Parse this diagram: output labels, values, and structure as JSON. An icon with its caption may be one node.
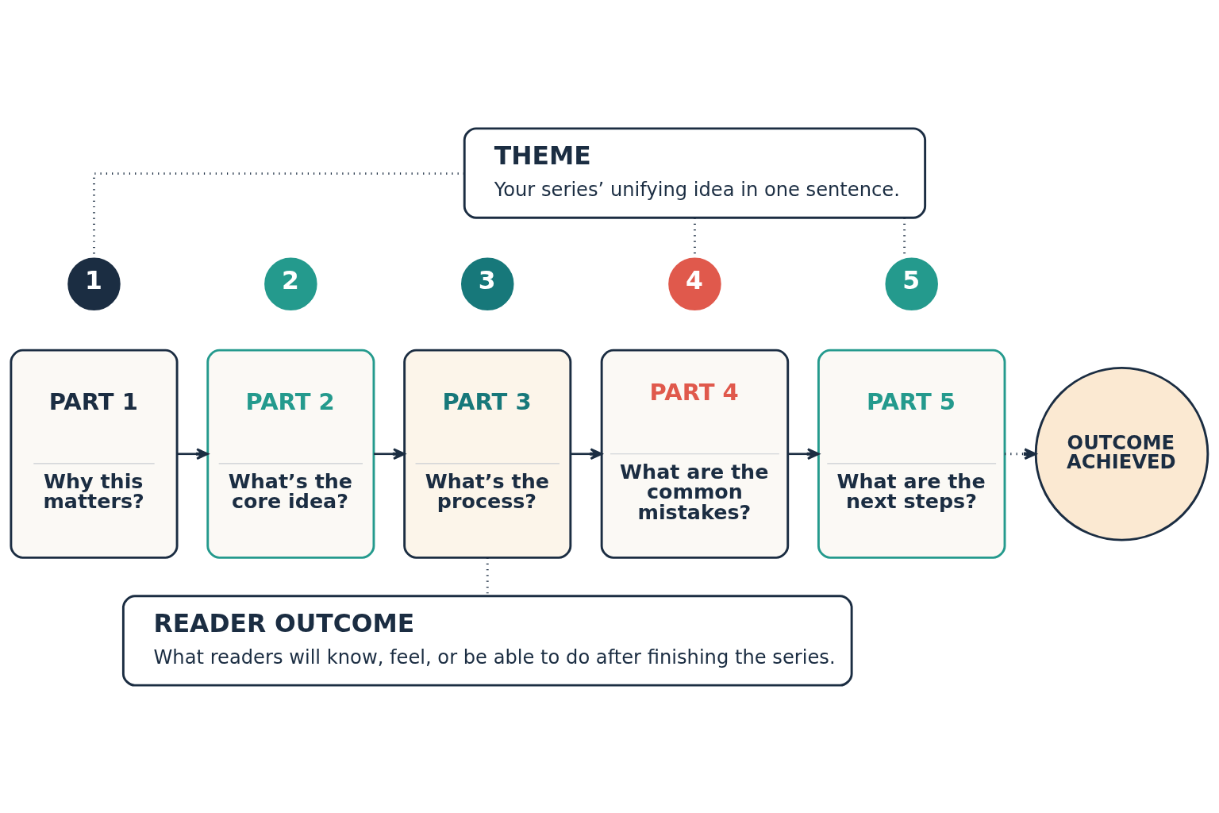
{
  "diagram": {
    "nodes": [
      {
        "text": [
          "THEME",
          "Your series’ unifying idea in one sentence."
        ]
      },
      {
        "text": [
          "1"
        ]
      },
      {
        "text": [
          "PART 1",
          "Why this matters?"
        ]
      },
      {
        "text": [
          "2"
        ]
      },
      {
        "text": [
          "PART 2",
          "What’s the core idea?"
        ]
      },
      {
        "text": [
          "3"
        ]
      },
      {
        "text": [
          "PART 3",
          "What’s the process?"
        ]
      },
      {
        "text": [
          "4"
        ]
      },
      {
        "text": [
          "PART 4",
          "What are the common mistakes?"
        ]
      },
      {
        "text": [
          "5"
        ]
      },
      {
        "text": [
          "PART 5",
          "What are the next steps?"
        ]
      },
      {
        "text": [
          "OUTCOME ACHIEVED"
        ]
      },
      {
        "text": [
          "READER OUTCOME",
          "What readers will know, feel, or be able to do after finishing the series."
        ]
      }
    ],
    "edges": [
      {
        "from": 0,
        "to": 1,
        "arrow": "none",
        "style": "dashed"
      },
      {
        "from": 0,
        "to": 7,
        "arrow": "none",
        "style": "dashed"
      },
      {
        "from": 0,
        "to": 9,
        "arrow": "none",
        "style": "dashed"
      },
      {
        "from": 2,
        "to": 4,
        "arrow": "to"
      },
      {
        "from": 4,
        "to": 6,
        "arrow": "to"
      },
      {
        "from": 6,
        "to": 8,
        "arrow": "to"
      },
      {
        "from": 8,
        "to": 10,
        "arrow": "to"
      },
      {
        "from": 10,
        "to": 11,
        "arrow": "to",
        "style": "dashed"
      },
      {
        "from": 6,
        "to": 12,
        "arrow": "none",
        "style": "dashed"
      }
    ]
  }
}
